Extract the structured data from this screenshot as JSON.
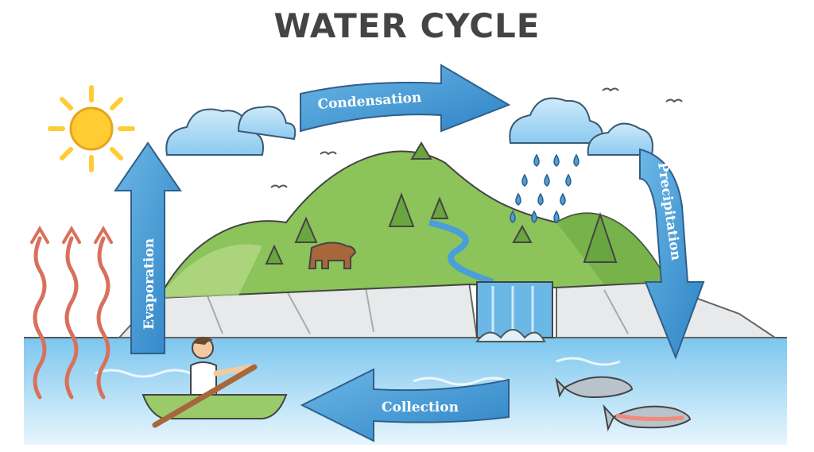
{
  "title": "WATER CYCLE",
  "stages": {
    "condensation": "Condensation",
    "precipitation": "Precipitation",
    "collection": "Collection",
    "evaporation": "Evaporation"
  },
  "colors": {
    "arrow_fill": "#4a9fd8",
    "arrow_stroke": "#2f5f8a",
    "water": "#bfe3f7",
    "hill": "#8cc35a",
    "sun": "#ffcc33",
    "heat_waves": "#d9705a"
  }
}
